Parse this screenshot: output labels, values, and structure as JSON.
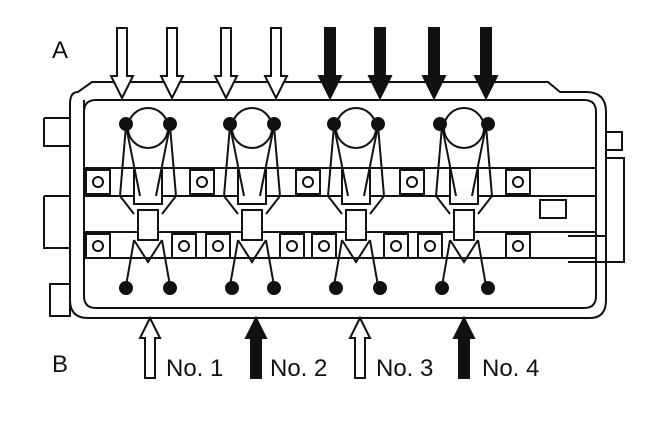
{
  "labels": {
    "row_a": "A",
    "row_b": "B"
  },
  "cylinders": [
    {
      "label": "No. 1",
      "a_arrow_1": "hollow",
      "a_arrow_2": "hollow",
      "b_arrow": "hollow"
    },
    {
      "label": "No. 2",
      "a_arrow_1": "hollow",
      "a_arrow_2": "hollow",
      "b_arrow": "solid"
    },
    {
      "label": "No. 3",
      "a_arrow_1": "solid",
      "a_arrow_2": "solid",
      "b_arrow": "hollow"
    },
    {
      "label": "No. 4",
      "a_arrow_1": "solid",
      "a_arrow_2": "solid",
      "b_arrow": "solid"
    }
  ],
  "colors": {
    "line": "#111111",
    "background": "#ffffff"
  }
}
